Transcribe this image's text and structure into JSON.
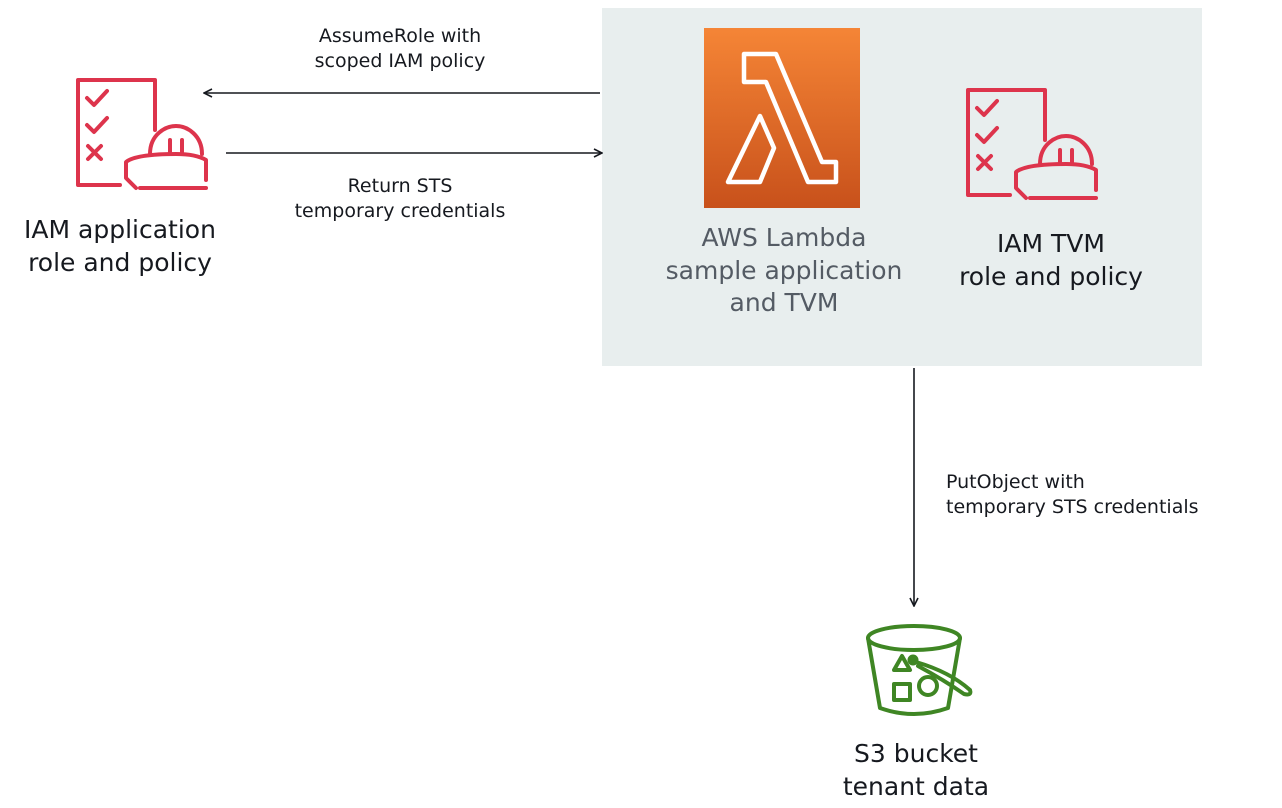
{
  "nodes": {
    "iam_app": {
      "line1": "IAM application",
      "line2": "role and policy",
      "icon": "iam-role-icon"
    },
    "lambda": {
      "line1": "AWS Lambda",
      "line2": "sample application",
      "line3": "and TVM",
      "icon": "lambda-icon"
    },
    "iam_tvm": {
      "line1": "IAM TVM",
      "line2": "role and policy",
      "icon": "iam-role-icon"
    },
    "s3": {
      "line1": "S3 bucket",
      "line2": "tenant data",
      "icon": "s3-bucket-icon"
    }
  },
  "edges": {
    "assume_role": {
      "line1": "AssumeRole with",
      "line2": "scoped IAM policy"
    },
    "return_sts": {
      "line1": "Return STS",
      "line2": "temporary credentials"
    },
    "put_object": {
      "line1": "PutObject with",
      "line2": "temporary STS credentials"
    }
  },
  "colors": {
    "iam_red": "#dd344c",
    "lambda_orange_top": "#f58536",
    "lambda_orange_bottom": "#c8511b",
    "s3_green": "#3f8624",
    "group_background": "#e8eeee",
    "arrow": "#16191f"
  }
}
